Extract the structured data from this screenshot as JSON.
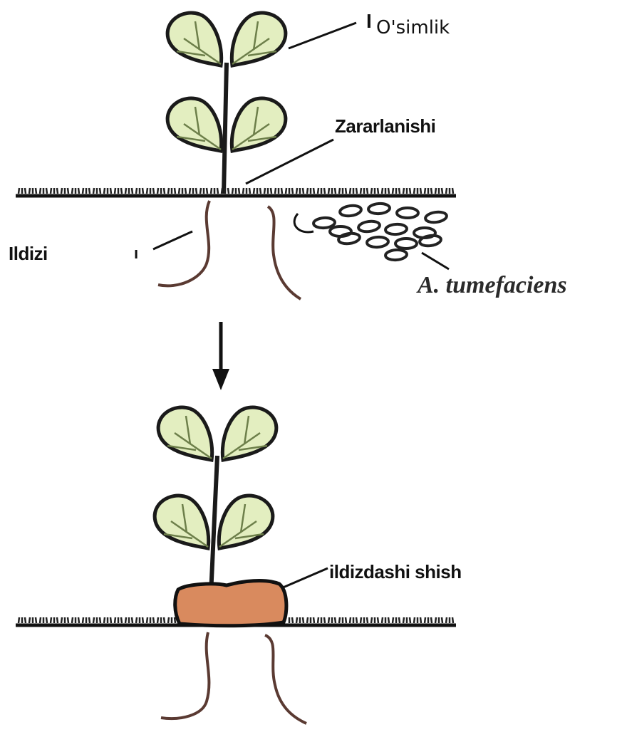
{
  "labels": {
    "plant": "O'simlik",
    "plant_marker": "I",
    "damage": "Zararlanishi",
    "root": "Ildizi",
    "root_marker": "ı",
    "bacterium": "A. tumefaciens",
    "gall": "ildizdashi shish"
  },
  "colors": {
    "leaf_fill": "#e3eec0",
    "outline": "#1a1a1a",
    "root": "#5a3a32",
    "gall_fill": "#d98a5e",
    "bacteria": "#222222"
  }
}
